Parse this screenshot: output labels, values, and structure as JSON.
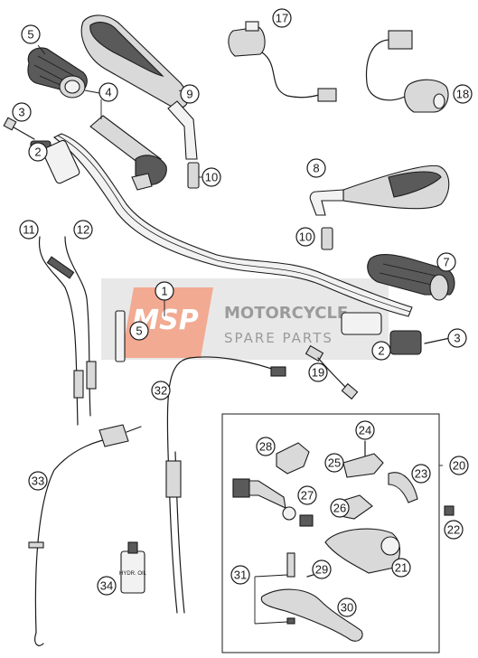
{
  "watermark": {
    "logo_text": "MSP",
    "line1": "MOTORCYCLE",
    "line2": "SPARE PARTS",
    "accent_color": "#e8663a"
  },
  "callouts": [
    {
      "id": "c1",
      "label": "1"
    },
    {
      "id": "c2a",
      "label": "2"
    },
    {
      "id": "c2b",
      "label": "2"
    },
    {
      "id": "c3a",
      "label": "3"
    },
    {
      "id": "c3b",
      "label": "3"
    },
    {
      "id": "c4",
      "label": "4"
    },
    {
      "id": "c5a",
      "label": "5"
    },
    {
      "id": "c5b",
      "label": "5"
    },
    {
      "id": "c7",
      "label": "7"
    },
    {
      "id": "c8",
      "label": "8"
    },
    {
      "id": "c9",
      "label": "9"
    },
    {
      "id": "c10a",
      "label": "10"
    },
    {
      "id": "c10b",
      "label": "10"
    },
    {
      "id": "c11",
      "label": "11"
    },
    {
      "id": "c12",
      "label": "12"
    },
    {
      "id": "c17",
      "label": "17"
    },
    {
      "id": "c18",
      "label": "18"
    },
    {
      "id": "c19",
      "label": "19"
    },
    {
      "id": "c20",
      "label": "20"
    },
    {
      "id": "c21",
      "label": "21"
    },
    {
      "id": "c22",
      "label": "22"
    },
    {
      "id": "c23",
      "label": "23"
    },
    {
      "id": "c24",
      "label": "24"
    },
    {
      "id": "c25",
      "label": "25"
    },
    {
      "id": "c26",
      "label": "26"
    },
    {
      "id": "c27",
      "label": "27"
    },
    {
      "id": "c28",
      "label": "28"
    },
    {
      "id": "c29",
      "label": "29"
    },
    {
      "id": "c30",
      "label": "30"
    },
    {
      "id": "c31",
      "label": "31"
    },
    {
      "id": "c32",
      "label": "32"
    },
    {
      "id": "c33",
      "label": "33"
    },
    {
      "id": "c34",
      "label": "34"
    }
  ],
  "bottle_label": "HYDR. OIL"
}
